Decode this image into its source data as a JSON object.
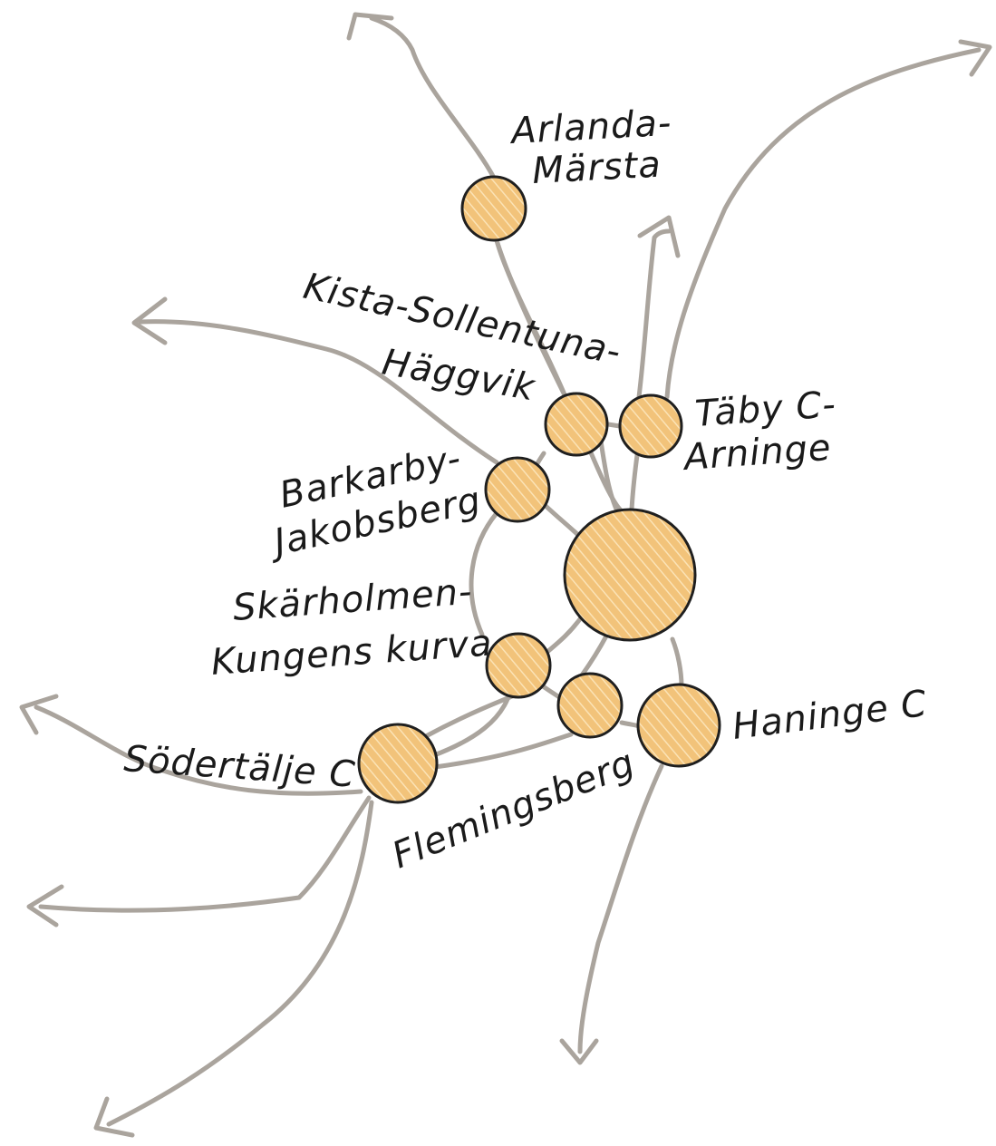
{
  "colors": {
    "node_fill": "#f2c37a",
    "node_hatch": "#fbe3b6",
    "node_stroke": "#1f1f1f",
    "line": "#aaa49d",
    "label": "#1a1a1a"
  },
  "nodes": [
    {
      "id": "arlanda",
      "label_lines": [
        "Arlanda-",
        "Märsta"
      ]
    },
    {
      "id": "kista",
      "label_lines": [
        "Kista-Sollentuna-",
        "Häggvik"
      ]
    },
    {
      "id": "taby",
      "label_lines": [
        "Täby C-",
        "Arninge"
      ]
    },
    {
      "id": "barkarby",
      "label_lines": [
        "Barkarby-",
        "Jakobsberg"
      ]
    },
    {
      "id": "center",
      "label_lines": []
    },
    {
      "id": "skarholmen",
      "label_lines": [
        "Skärholmen-",
        "Kungens kurva"
      ]
    },
    {
      "id": "flemingsberg",
      "label_lines": [
        "Flemingsberg"
      ]
    },
    {
      "id": "haninge",
      "label_lines": [
        "Haninge C"
      ]
    },
    {
      "id": "sodertalje",
      "label_lines": [
        "Södertälje C"
      ]
    }
  ],
  "arrows": [
    {
      "direction": "up-left",
      "from": "arlanda"
    },
    {
      "direction": "up",
      "from": "taby"
    },
    {
      "direction": "up-right",
      "from": "taby"
    },
    {
      "direction": "left",
      "from": "barkarby"
    },
    {
      "direction": "left",
      "from": "sodertalje"
    },
    {
      "direction": "left",
      "from": "sodertalje"
    },
    {
      "direction": "down-left",
      "from": "sodertalje"
    },
    {
      "direction": "down",
      "from": "haninge"
    }
  ]
}
